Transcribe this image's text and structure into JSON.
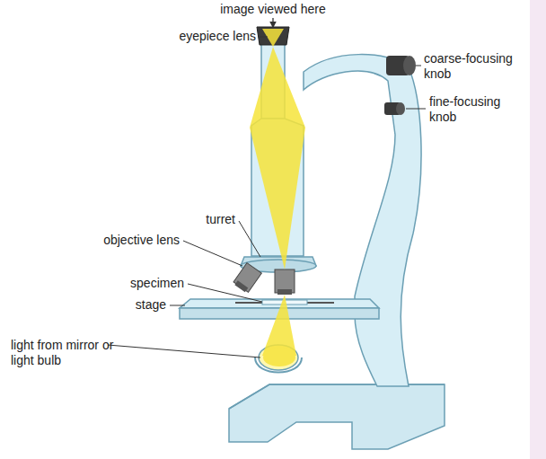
{
  "diagram": {
    "labels": [
      "image viewed here",
      "eyepiece lens",
      "coarse-focusing knob",
      "fine-focusing knob",
      "turret",
      "objective lens",
      "specimen",
      "stage",
      "light from mirror or light bulb"
    ]
  }
}
